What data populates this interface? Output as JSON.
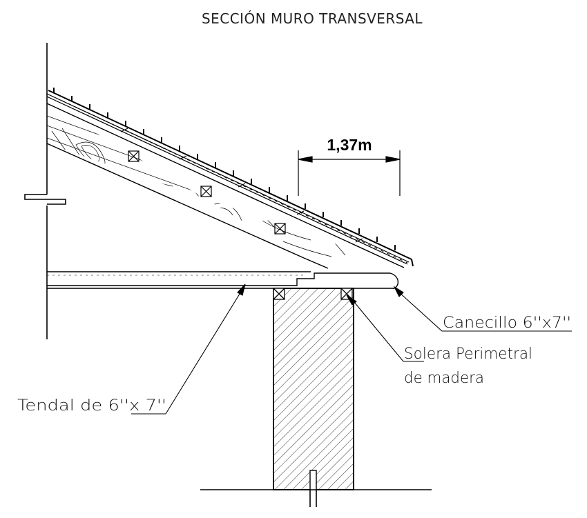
{
  "title": "SECCIÓN MURO TRANSVERSAL",
  "dimension": {
    "value": "1,37m"
  },
  "labels": {
    "canecillo": "Canecillo 6''x7''",
    "solera_line1": "Solera Perimetral",
    "solera_line2": "de madera",
    "tendal": "Tendal de 6''x 7''"
  },
  "colors": {
    "line": "#000000",
    "background": "#ffffff"
  }
}
